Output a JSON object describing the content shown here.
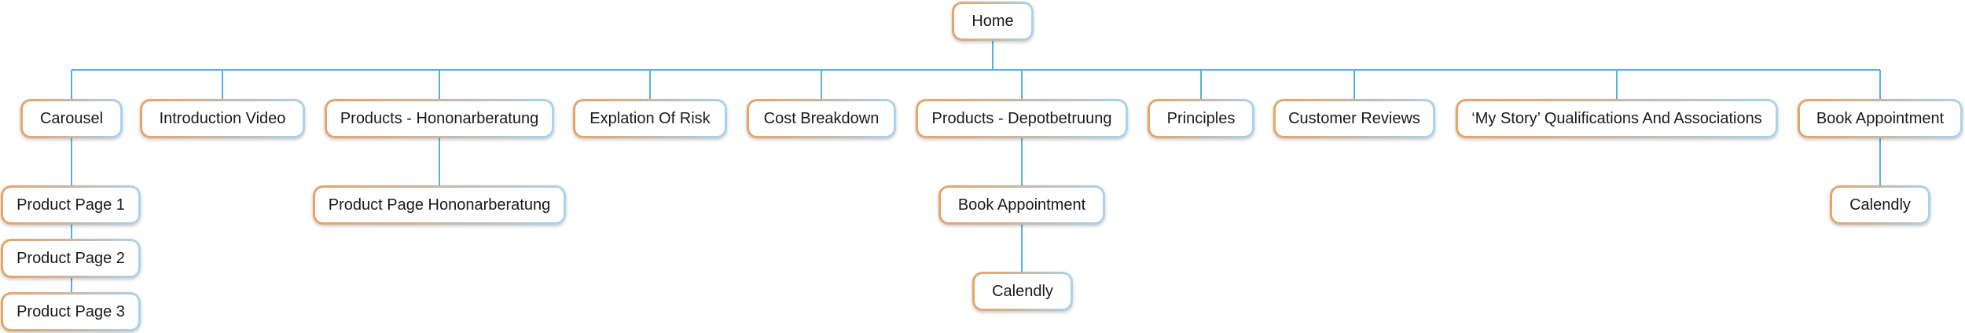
{
  "sitemap": {
    "home": "Home",
    "carousel": "Carousel",
    "intro_video": "Introduction Video",
    "products_honorar": "Products - Hononarberatung",
    "risk": "Explation Of Risk",
    "cost": "Cost Breakdown",
    "products_depot": "Products - Depotbetruung",
    "principles": "Principles",
    "reviews": "Customer Reviews",
    "my_story": "‘My Story’ Qualifications And Associations",
    "book_appointment": "Book Appointment",
    "product_page_1": "Product Page 1",
    "product_page_2": "Product Page 2",
    "product_page_3": "Product Page 3",
    "product_page_honorar": "Product Page Hononarberatung",
    "depot_book_appointment": "Book Appointment",
    "depot_calendly": "Calendly",
    "calendly": "Calendly"
  },
  "colors": {
    "connector": "#5aaee3",
    "border_left": "#e6a467",
    "border_right": "#a9d3ee"
  }
}
